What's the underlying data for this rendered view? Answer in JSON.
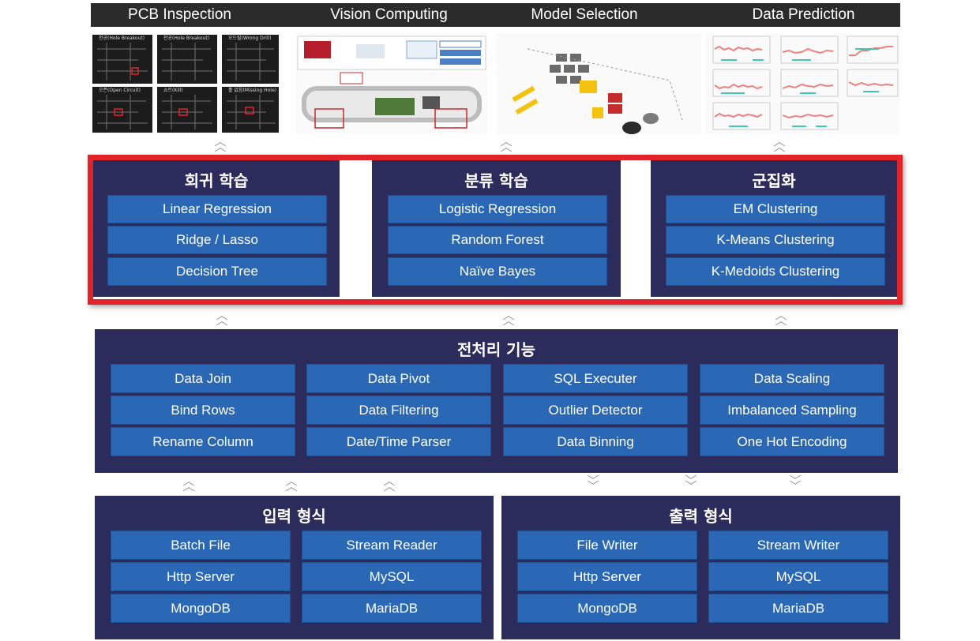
{
  "header": {
    "stages": [
      "PCB Inspection",
      "Vision Computing",
      "Model Selection",
      "Data Prediction"
    ]
  },
  "pcb_thumbs": [
    "천공(Hole Breakout)",
    "천공(Hole Breakout)",
    "오드릴(Wrong Drill)",
    "오픈(Open Circuit)",
    "쇼트(Kill)",
    "홀 없음(Missing Hole)"
  ],
  "ml": {
    "regression": {
      "title": "회귀 학습",
      "items": [
        "Linear Regression",
        "Ridge / Lasso",
        "Decision Tree"
      ]
    },
    "classification": {
      "title": "분류 학습",
      "items": [
        "Logistic Regression",
        "Random Forest",
        "Naïve Bayes"
      ]
    },
    "clustering": {
      "title": "군집화",
      "items": [
        "EM Clustering",
        "K-Means Clustering",
        "K-Medoids Clustering"
      ]
    }
  },
  "preprocess": {
    "title": "전처리 기능",
    "columns": [
      [
        "Data Join",
        "Bind Rows",
        "Rename Column"
      ],
      [
        "Data Pivot",
        "Data Filtering",
        "Date/Time Parser"
      ],
      [
        "SQL Executer",
        "Outlier Detector",
        "Data Binning"
      ],
      [
        "Data Scaling",
        "Imbalanced Sampling",
        "One Hot Encoding"
      ]
    ]
  },
  "input": {
    "title": "입력 형식",
    "left": [
      "Batch File",
      "Http Server",
      "MongoDB"
    ],
    "right": [
      "Stream Reader",
      "MySQL",
      "MariaDB"
    ]
  },
  "output": {
    "title": "출력 형식",
    "left": [
      "File Writer",
      "Http Server",
      "MongoDB"
    ],
    "right": [
      "Stream Writer",
      "MySQL",
      "MariaDB"
    ]
  },
  "colors": {
    "panel": "#2c2c5c",
    "item": "#2a67b5",
    "highlight": "#e3232a",
    "header_bar": "#2b2b2b"
  }
}
